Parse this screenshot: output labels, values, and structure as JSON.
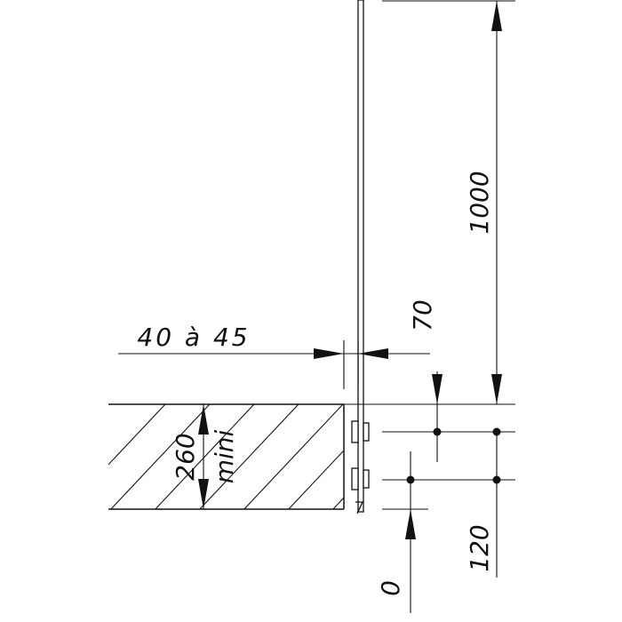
{
  "drawing": {
    "line_color": "#111111",
    "background": "#ffffff"
  },
  "dimensions": {
    "glass_height": "1000",
    "glass_to_wall_gap": "70",
    "wall_offset": "40 à 45",
    "min_thickness": "260",
    "min_thickness_suffix": "mini",
    "fixing_spacing": "120",
    "floor_level": "0"
  }
}
